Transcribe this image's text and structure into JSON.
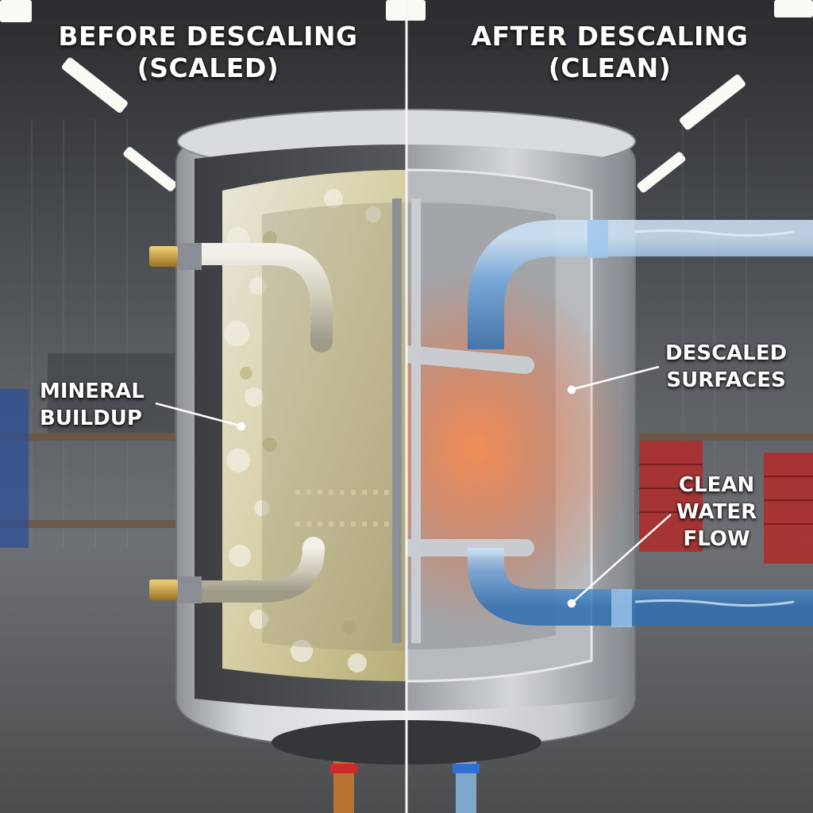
{
  "titles": {
    "before_line1": "BEFORE DESCALING",
    "before_line2": "(SCALED)",
    "after_line1": "AFTER DESCALING",
    "after_line2": "(CLEAN)"
  },
  "labels": {
    "mineral_line1": "MINERAL",
    "mineral_line2": "BUILDUP",
    "descaled_line1": "DESCALED",
    "descaled_line2": "SURFACES",
    "clean_line1": "CLEAN",
    "clean_line2": "WATER",
    "clean_line3": "FLOW"
  },
  "colors": {
    "scale_deposit": "#d8cfa0",
    "glowing_element": "#ff7a3c",
    "water": "#6aa6e0",
    "steel": "#c9ccd0"
  }
}
